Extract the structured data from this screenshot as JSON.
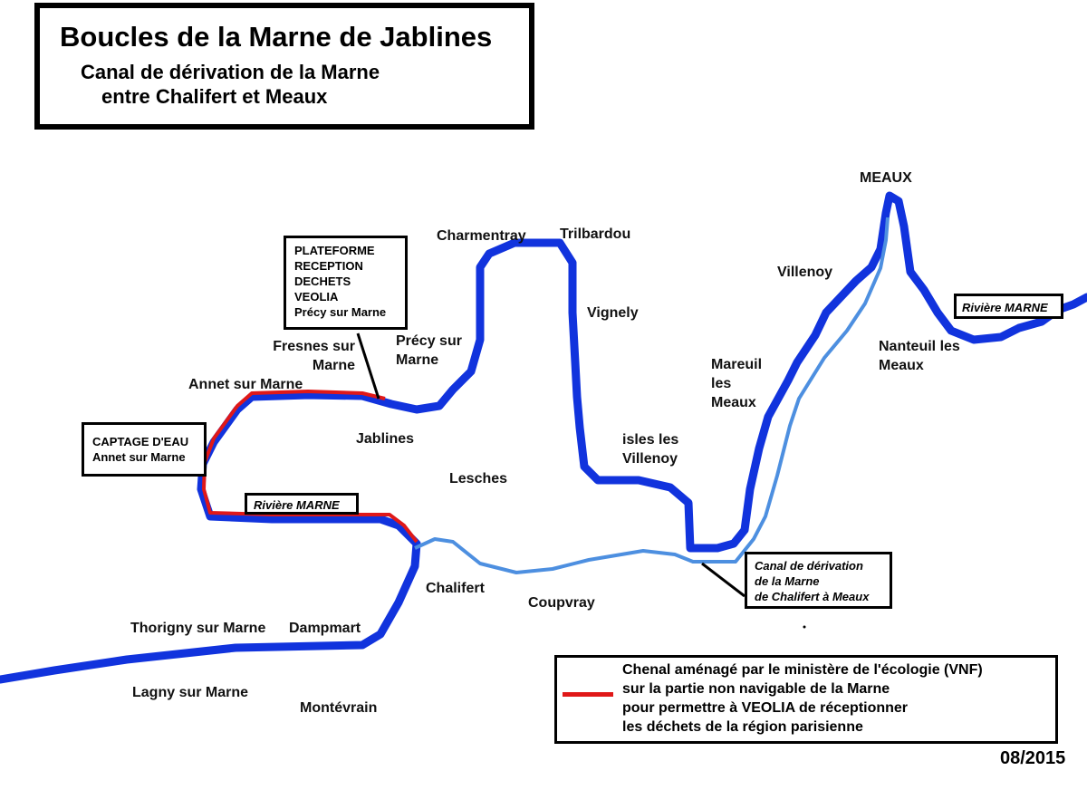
{
  "title": {
    "main": "Boucles de la Marne de Jablines",
    "sub1": "Canal de dérivation de la Marne",
    "sub2": "entre Chalifert et Meaux"
  },
  "places": {
    "meaux": "MEAUX",
    "charmentray": "Charmentray",
    "trilbardou": "Trilbardou",
    "vignely": "Vignely",
    "villenoy": "Villenoy",
    "mareuil": "Mareuil les Meaux",
    "nanteuil": "Nanteuil les Meaux",
    "fresnes": "Fresnes sur Marne",
    "precy": "Précy sur Marne",
    "annet": "Annet sur Marne",
    "jablines": "Jablines",
    "lesches": "Lesches",
    "isles": "isles les Villenoy",
    "chalifert": "Chalifert",
    "coupvray": "Coupvray",
    "thorigny": "Thorigny sur Marne",
    "dampmart": "Dampmart",
    "lagny": "Lagny sur Marne",
    "montevrain": "Montévrain"
  },
  "boxes": {
    "plateforme": [
      "PLATEFORME",
      "RECEPTION",
      "DECHETS",
      "VEOLIA",
      "Précy sur Marne"
    ],
    "captage": [
      "CAPTAGE D'EAU",
      "Annet sur Marne"
    ],
    "riviere_west": "Rivière MARNE",
    "riviere_east": "Rivière MARNE",
    "canal": [
      "Canal de dérivation",
      "de la Marne",
      "de Chalifert à Meaux"
    ]
  },
  "legend": {
    "lines": [
      "Chenal aménagé par le ministère de l'écologie (VNF)",
      "sur la partie non navigable de la Marne",
      "pour permettre à VEOLIA de réceptionner",
      "les déchets de la région parisienne"
    ]
  },
  "date": "08/2015",
  "colors": {
    "river": "#1133dd",
    "canal": "#4d8fe0",
    "channel": "#e01818"
  }
}
